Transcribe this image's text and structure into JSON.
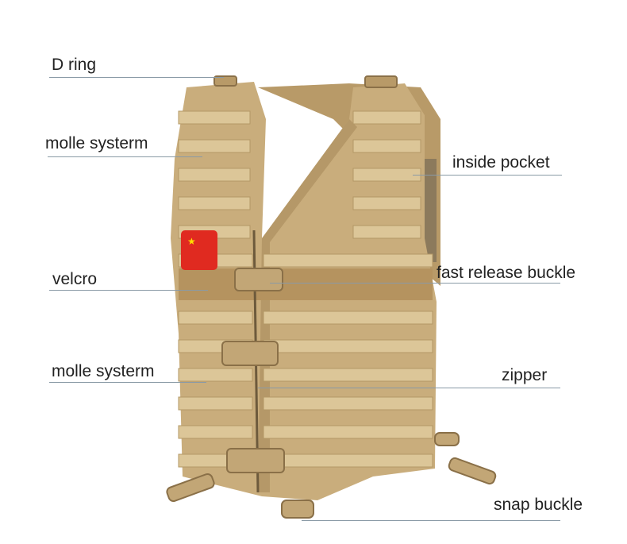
{
  "labels": {
    "d_ring": "D ring",
    "molle_upper": "molle systerm",
    "inside_pocket": "inside pocket",
    "velcro": "velcro",
    "fast_release_buckle": "fast release buckle",
    "molle_lower": "molle systerm",
    "zipper": "zipper",
    "snap_buckle": "snap buckle"
  },
  "colors": {
    "vest": "#c9ad7c",
    "webbing": "#dcc698",
    "shadow": "#a88c5c",
    "flag": "#e02a20",
    "line": "#8a9aa6"
  }
}
